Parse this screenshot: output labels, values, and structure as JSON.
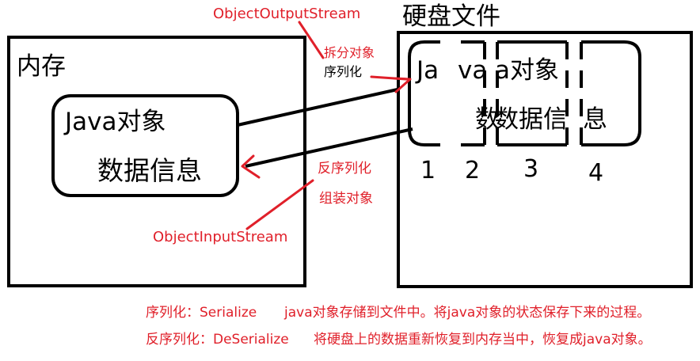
{
  "colors": {
    "annotation": "#e0202a",
    "stroke": "#000000",
    "background": "#ffffff"
  },
  "memory": {
    "title": "内存",
    "object_line1": "Java对象",
    "object_line2": "数据信息"
  },
  "disk": {
    "title": "硬盘文件",
    "line1_parts": [
      "Ja",
      "va",
      "a对象"
    ],
    "line2_parts": [
      "数",
      "数据信",
      "息"
    ],
    "segment_numbers": [
      "1",
      "2",
      "3",
      "4"
    ]
  },
  "serialize": {
    "stream_class": "ObjectOutputStream",
    "step1": "拆分对象",
    "step2": "序列化"
  },
  "deserialize": {
    "step1": "反序列化",
    "step2": "组装对象",
    "stream_class": "ObjectInputStream"
  },
  "notes": {
    "serialize": {
      "term": "序列化：Serialize",
      "desc": "java对象存储到文件中。将java对象的状态保存下来的过程。"
    },
    "deserialize": {
      "term": "反序列化：DeSerialize",
      "desc": "将硬盘上的数据重新恢复到内存当中，恢复成java对象。"
    }
  }
}
